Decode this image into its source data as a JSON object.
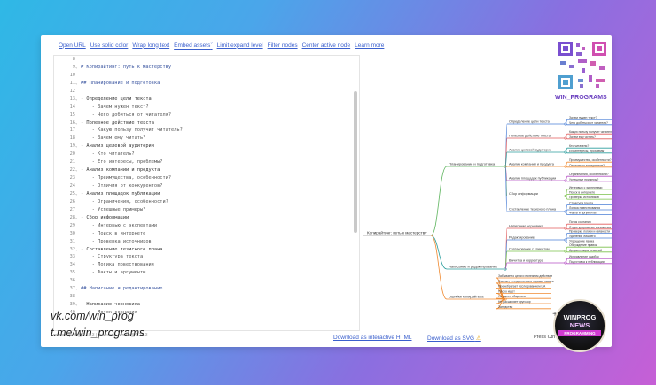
{
  "toolbar": {
    "items": [
      "Open URL",
      "Use solid color",
      "Wrap long text",
      "Embed assets",
      "Limit expand level",
      "Filter nodes",
      "Center active node",
      "Learn more"
    ],
    "embed_sup": "?"
  },
  "editor": {
    "lines": [
      {
        "n": "8",
        "text": "",
        "cls": "",
        "fold": ""
      },
      {
        "n": "9",
        "text": "# Копирайтинг: путь к мастерству",
        "cls": "h",
        "fold": "⌄"
      },
      {
        "n": "10",
        "text": "",
        "cls": "",
        "fold": ""
      },
      {
        "n": "11",
        "text": "## Планирование и подготовка",
        "cls": "h",
        "fold": "⌄"
      },
      {
        "n": "12",
        "text": "",
        "cls": "",
        "fold": ""
      },
      {
        "n": "13",
        "text": "- Определение цели текста",
        "cls": "",
        "fold": "⌄"
      },
      {
        "n": "14",
        "text": "    - Зачем нужен текст?",
        "cls": "sub",
        "fold": ""
      },
      {
        "n": "15",
        "text": "    - Чего добиться от читателя?",
        "cls": "sub",
        "fold": ""
      },
      {
        "n": "16",
        "text": "- Полезное действие текста",
        "cls": "",
        "fold": "⌄"
      },
      {
        "n": "17",
        "text": "    - Какую пользу получит читатель?",
        "cls": "sub",
        "fold": ""
      },
      {
        "n": "18",
        "text": "    - Зачем ему читать?",
        "cls": "sub",
        "fold": ""
      },
      {
        "n": "19",
        "text": "- Анализ целевой аудитории",
        "cls": "",
        "fold": "⌄"
      },
      {
        "n": "20",
        "text": "    - Кто читатель?",
        "cls": "sub",
        "fold": ""
      },
      {
        "n": "21",
        "text": "    - Его интересы, проблемы?",
        "cls": "sub",
        "fold": ""
      },
      {
        "n": "22",
        "text": "- Анализ компании и продукта",
        "cls": "",
        "fold": "⌄"
      },
      {
        "n": "23",
        "text": "    - Преимущества, особенности?",
        "cls": "sub",
        "fold": ""
      },
      {
        "n": "24",
        "text": "    - Отличия от конкурентов?",
        "cls": "sub",
        "fold": ""
      },
      {
        "n": "25",
        "text": "- Анализ площадок публикации",
        "cls": "",
        "fold": "⌄"
      },
      {
        "n": "26",
        "text": "    - Ограничения, особенности?",
        "cls": "sub",
        "fold": ""
      },
      {
        "n": "27",
        "text": "    - Успешные примеры?",
        "cls": "sub",
        "fold": ""
      },
      {
        "n": "28",
        "text": "- Сбор информации",
        "cls": "",
        "fold": "⌄"
      },
      {
        "n": "29",
        "text": "    - Интервью с экспертами",
        "cls": "sub",
        "fold": ""
      },
      {
        "n": "30",
        "text": "    - Поиск в интернете",
        "cls": "sub",
        "fold": ""
      },
      {
        "n": "31",
        "text": "    - Проверка источников",
        "cls": "sub",
        "fold": ""
      },
      {
        "n": "32",
        "text": "- Составление тезисного плана",
        "cls": "",
        "fold": "⌄"
      },
      {
        "n": "33",
        "text": "    - Структура текста",
        "cls": "sub",
        "fold": ""
      },
      {
        "n": "34",
        "text": "    - Логика повествования",
        "cls": "sub",
        "fold": ""
      },
      {
        "n": "35",
        "text": "    - Факты и аргументы",
        "cls": "sub",
        "fold": ""
      },
      {
        "n": "36",
        "text": "",
        "cls": "",
        "fold": ""
      },
      {
        "n": "37",
        "text": "## Написание и редактирование",
        "cls": "h",
        "fold": "⌄"
      },
      {
        "n": "38",
        "text": "",
        "cls": "",
        "fold": ""
      },
      {
        "n": "39",
        "text": "- Написание черновика",
        "cls": "",
        "fold": "⌄"
      },
      {
        "n": "40",
        "text": "    - Поток сознания",
        "cls": "sub",
        "fold": ""
      }
    ]
  },
  "status_text": "markmap-lib@0.18.3 | markmap-render@0.18.3",
  "bottom": {
    "download_html": "Download as interactive HTML",
    "download_svg": "Download as SVG",
    "warn_icon": "⚠",
    "press": "Press Ctrl",
    "plus": "+"
  },
  "mindmap": {
    "root": "Копирайтинг: путь к мастерству",
    "branches": [
      {
        "label": "Планирование и подготовка",
        "color": "#5ab35a",
        "children": [
          {
            "label": "Определение цели текста",
            "color": "#4a7fd6",
            "leaves": [
              "Зачем нужен текст?",
              "Чего добиться от читателя?"
            ]
          },
          {
            "label": "Полезное действие текста",
            "color": "#e05a5a",
            "leaves": [
              "Какую пользу получит читатель?",
              "Зачем ему читать?"
            ]
          },
          {
            "label": "Анализ целевой аудитории",
            "color": "#2a9d9d",
            "leaves": [
              "Кто читатель?",
              "Его интересы, проблемы?"
            ]
          },
          {
            "label": "Анализ компании и продукта",
            "color": "#f08a30",
            "leaves": [
              "Преимущества, особенности?",
              "Отличия от конкурентов?"
            ]
          },
          {
            "label": "Анализ площадок публикации",
            "color": "#b44fc4",
            "leaves": [
              "Ограничения, особенности?",
              "Успешные примеры?"
            ]
          },
          {
            "label": "Сбор информации",
            "color": "#7ac04a",
            "leaves": [
              "Интервью с экспертами",
              "Поиск в интернете",
              "Проверка источников"
            ]
          },
          {
            "label": "Составление тезисного плана",
            "color": "#4a7fd6",
            "leaves": [
              "Структура текста",
              "Логика повествования",
              "Факты и аргументы"
            ]
          }
        ]
      },
      {
        "label": "Написание и редактирование",
        "color": "#2a9d9d",
        "children": [
          {
            "label": "Написание черновика",
            "color": "#e05a5a",
            "leaves": [
              "Поток сознания",
              "Структурирование изложения"
            ]
          },
          {
            "label": "Редактирование",
            "color": "#4a7fd6",
            "leaves": [
              "Проверка логики и связности",
              "Удаление лишнего",
              "Упрощение языка"
            ]
          },
          {
            "label": "Согласование с клиентом",
            "color": "#7ac04a",
            "leaves": [
              "Обсуждение правок",
              "Аргументация решений"
            ]
          },
          {
            "label": "Вычитка и корректура",
            "color": "#b44fc4",
            "leaves": [
              "Исправление ошибок",
              "Подготовка к публикации"
            ]
          }
        ]
      },
      {
        "label": "Ошибки копирайтера",
        "color": "#f08a30",
        "children": [],
        "leaves": [
          "Забывает о цели и полезном действии",
          "Считает, что достаточно хорошо писать",
          "Пренебрегает исследованием ЦА",
          "Плохо ищет",
          "Не умеет общаться",
          "Не расширяет кругозор",
          "Занудство"
        ]
      }
    ]
  },
  "overlays": {
    "qr_label": "WIN_PROGRAMS",
    "watermark_1": "vk.com/win_prog",
    "watermark_2": "t.me/win_programs",
    "badge_1": "WINPROG",
    "badge_2": "NEWS",
    "badge_3": "PROGRAMMING"
  }
}
